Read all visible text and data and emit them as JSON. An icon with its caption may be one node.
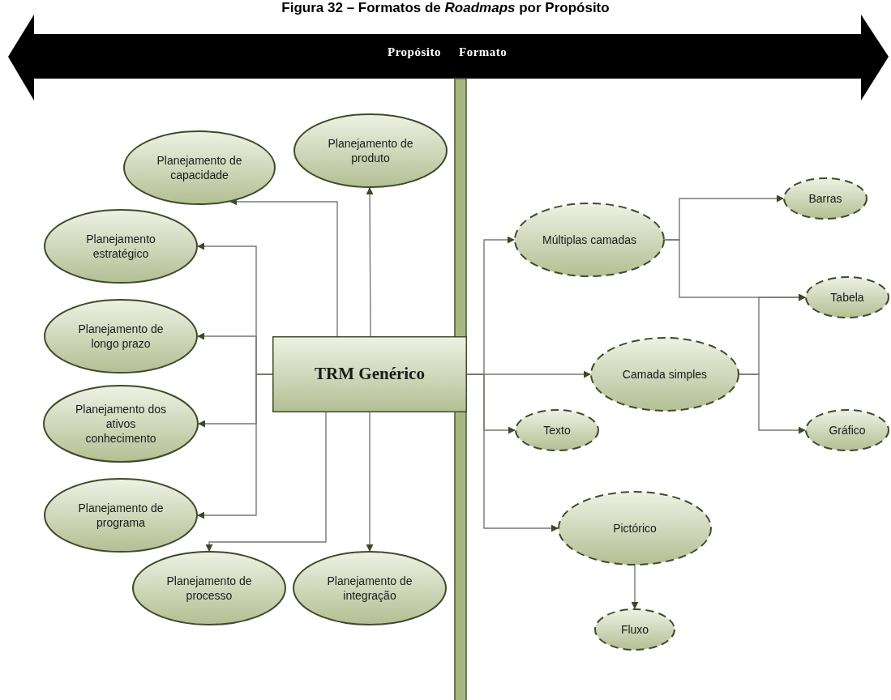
{
  "diagram": {
    "title": "Figura 32 – Formatos de *Roadmaps* por Propósito",
    "nodes": [
      {
        "text": [
          "TRM Genérico"
        ]
      },
      {
        "text": [
          "Planejamento de capacidade"
        ]
      },
      {
        "text": [
          "Planejamento de produto"
        ]
      },
      {
        "text": [
          "Planejamento estratégico"
        ]
      },
      {
        "text": [
          "Planejamento de longo prazo"
        ]
      },
      {
        "text": [
          "Planejamento dos ativos conhecimento"
        ]
      },
      {
        "text": [
          "Planejamento de programa"
        ]
      },
      {
        "text": [
          "Planejamento de processo"
        ]
      },
      {
        "text": [
          "Planejamento de integração"
        ]
      },
      {
        "text": [
          "Múltiplas camadas"
        ]
      },
      {
        "text": [
          "Barras"
        ]
      },
      {
        "text": [
          "Tabela"
        ]
      },
      {
        "text": [
          "Camada simples"
        ]
      },
      {
        "text": [
          "Texto"
        ]
      },
      {
        "text": [
          "Gráfico"
        ]
      },
      {
        "text": [
          "Pictórico"
        ]
      },
      {
        "text": [
          "Fluxo"
        ]
      }
    ],
    "edges": [
      {
        "from": 0,
        "to": 1,
        "arrow": "to"
      },
      {
        "from": 0,
        "to": 2,
        "arrow": "to"
      },
      {
        "from": 0,
        "to": 3,
        "arrow": "to"
      },
      {
        "from": 0,
        "to": 4,
        "arrow": "to"
      },
      {
        "from": 0,
        "to": 5,
        "arrow": "to"
      },
      {
        "from": 0,
        "to": 6,
        "arrow": "to"
      },
      {
        "from": 0,
        "to": 7,
        "arrow": "to"
      },
      {
        "from": 0,
        "to": 8,
        "arrow": "to"
      },
      {
        "from": 0,
        "to": 9,
        "arrow": "to"
      },
      {
        "from": 0,
        "to": 12,
        "arrow": "to"
      },
      {
        "from": 0,
        "to": 13,
        "arrow": "to"
      },
      {
        "from": 0,
        "to": 15,
        "arrow": "to"
      },
      {
        "from": 9,
        "to": 10,
        "arrow": "to"
      },
      {
        "from": 9,
        "to": 11,
        "arrow": "to"
      },
      {
        "from": 12,
        "to": 11,
        "arrow": "to"
      },
      {
        "from": 12,
        "to": 14,
        "arrow": "to"
      },
      {
        "from": 15,
        "to": 16,
        "arrow": "to"
      }
    ],
    "labels": [
      "Propósito",
      "Formato"
    ]
  }
}
